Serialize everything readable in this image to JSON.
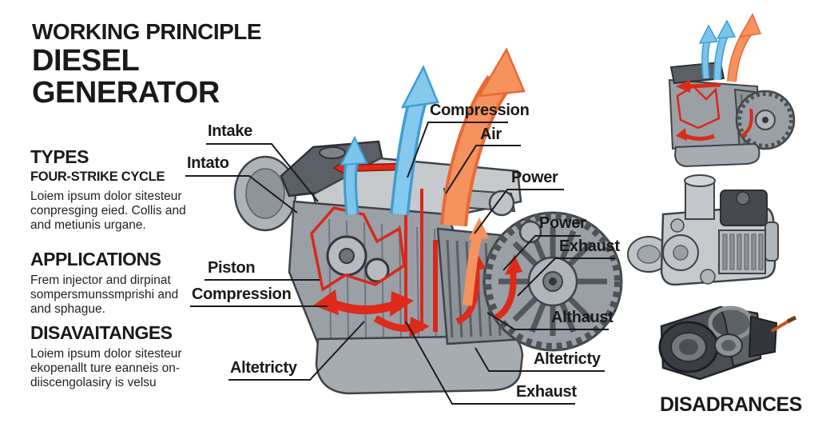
{
  "header": {
    "title_line1": "WORKING PRINCIPLE",
    "title_line2": "DIESEL",
    "title_line3": "GENERATOR"
  },
  "sidebar": {
    "sections": [
      {
        "heading": "TYPES",
        "subheading": "FOUR-STRIKE CYCLE",
        "body": "Loiem ipsum dolor sitesteur conpresging eied. Collis and and metiunis urgane."
      },
      {
        "heading": "APPLICATIONS",
        "body": "Frem injector and dirpinat sompersmunssmprishi and and sphague."
      },
      {
        "heading": "DISAVAITANGES",
        "body": "Loiem ipsum dolor sitesteur ekopenallt ture eanneis on- diiscengolasiry is velsu"
      }
    ]
  },
  "diagram": {
    "illustration": "diesel-engine-generator-cutaway",
    "labels": [
      {
        "text": "Intake",
        "side": "left"
      },
      {
        "text": "Intato",
        "side": "left"
      },
      {
        "text": "Piston",
        "side": "left"
      },
      {
        "text": "Compression",
        "side": "left"
      },
      {
        "text": "Altetricty",
        "side": "left"
      },
      {
        "text": "Compression",
        "side": "right"
      },
      {
        "text": "Air",
        "side": "right"
      },
      {
        "text": "Power",
        "side": "right"
      },
      {
        "text": "Power",
        "side": "right"
      },
      {
        "text": "Exhaust",
        "side": "right"
      },
      {
        "text": "Althaust",
        "side": "right"
      },
      {
        "text": "Altetricty",
        "side": "right"
      },
      {
        "text": "Exhaust",
        "side": "right"
      }
    ],
    "flow_colors": {
      "intake_air_arrow": "#7cc4ea",
      "exhaust_arrow": "#f5925e",
      "combustion_flow": "#d8281c"
    }
  },
  "right_panel": {
    "caption": "DISADRANCES",
    "thumbnails": [
      "engine-flow",
      "compressor-unit",
      "starter-motor"
    ]
  }
}
